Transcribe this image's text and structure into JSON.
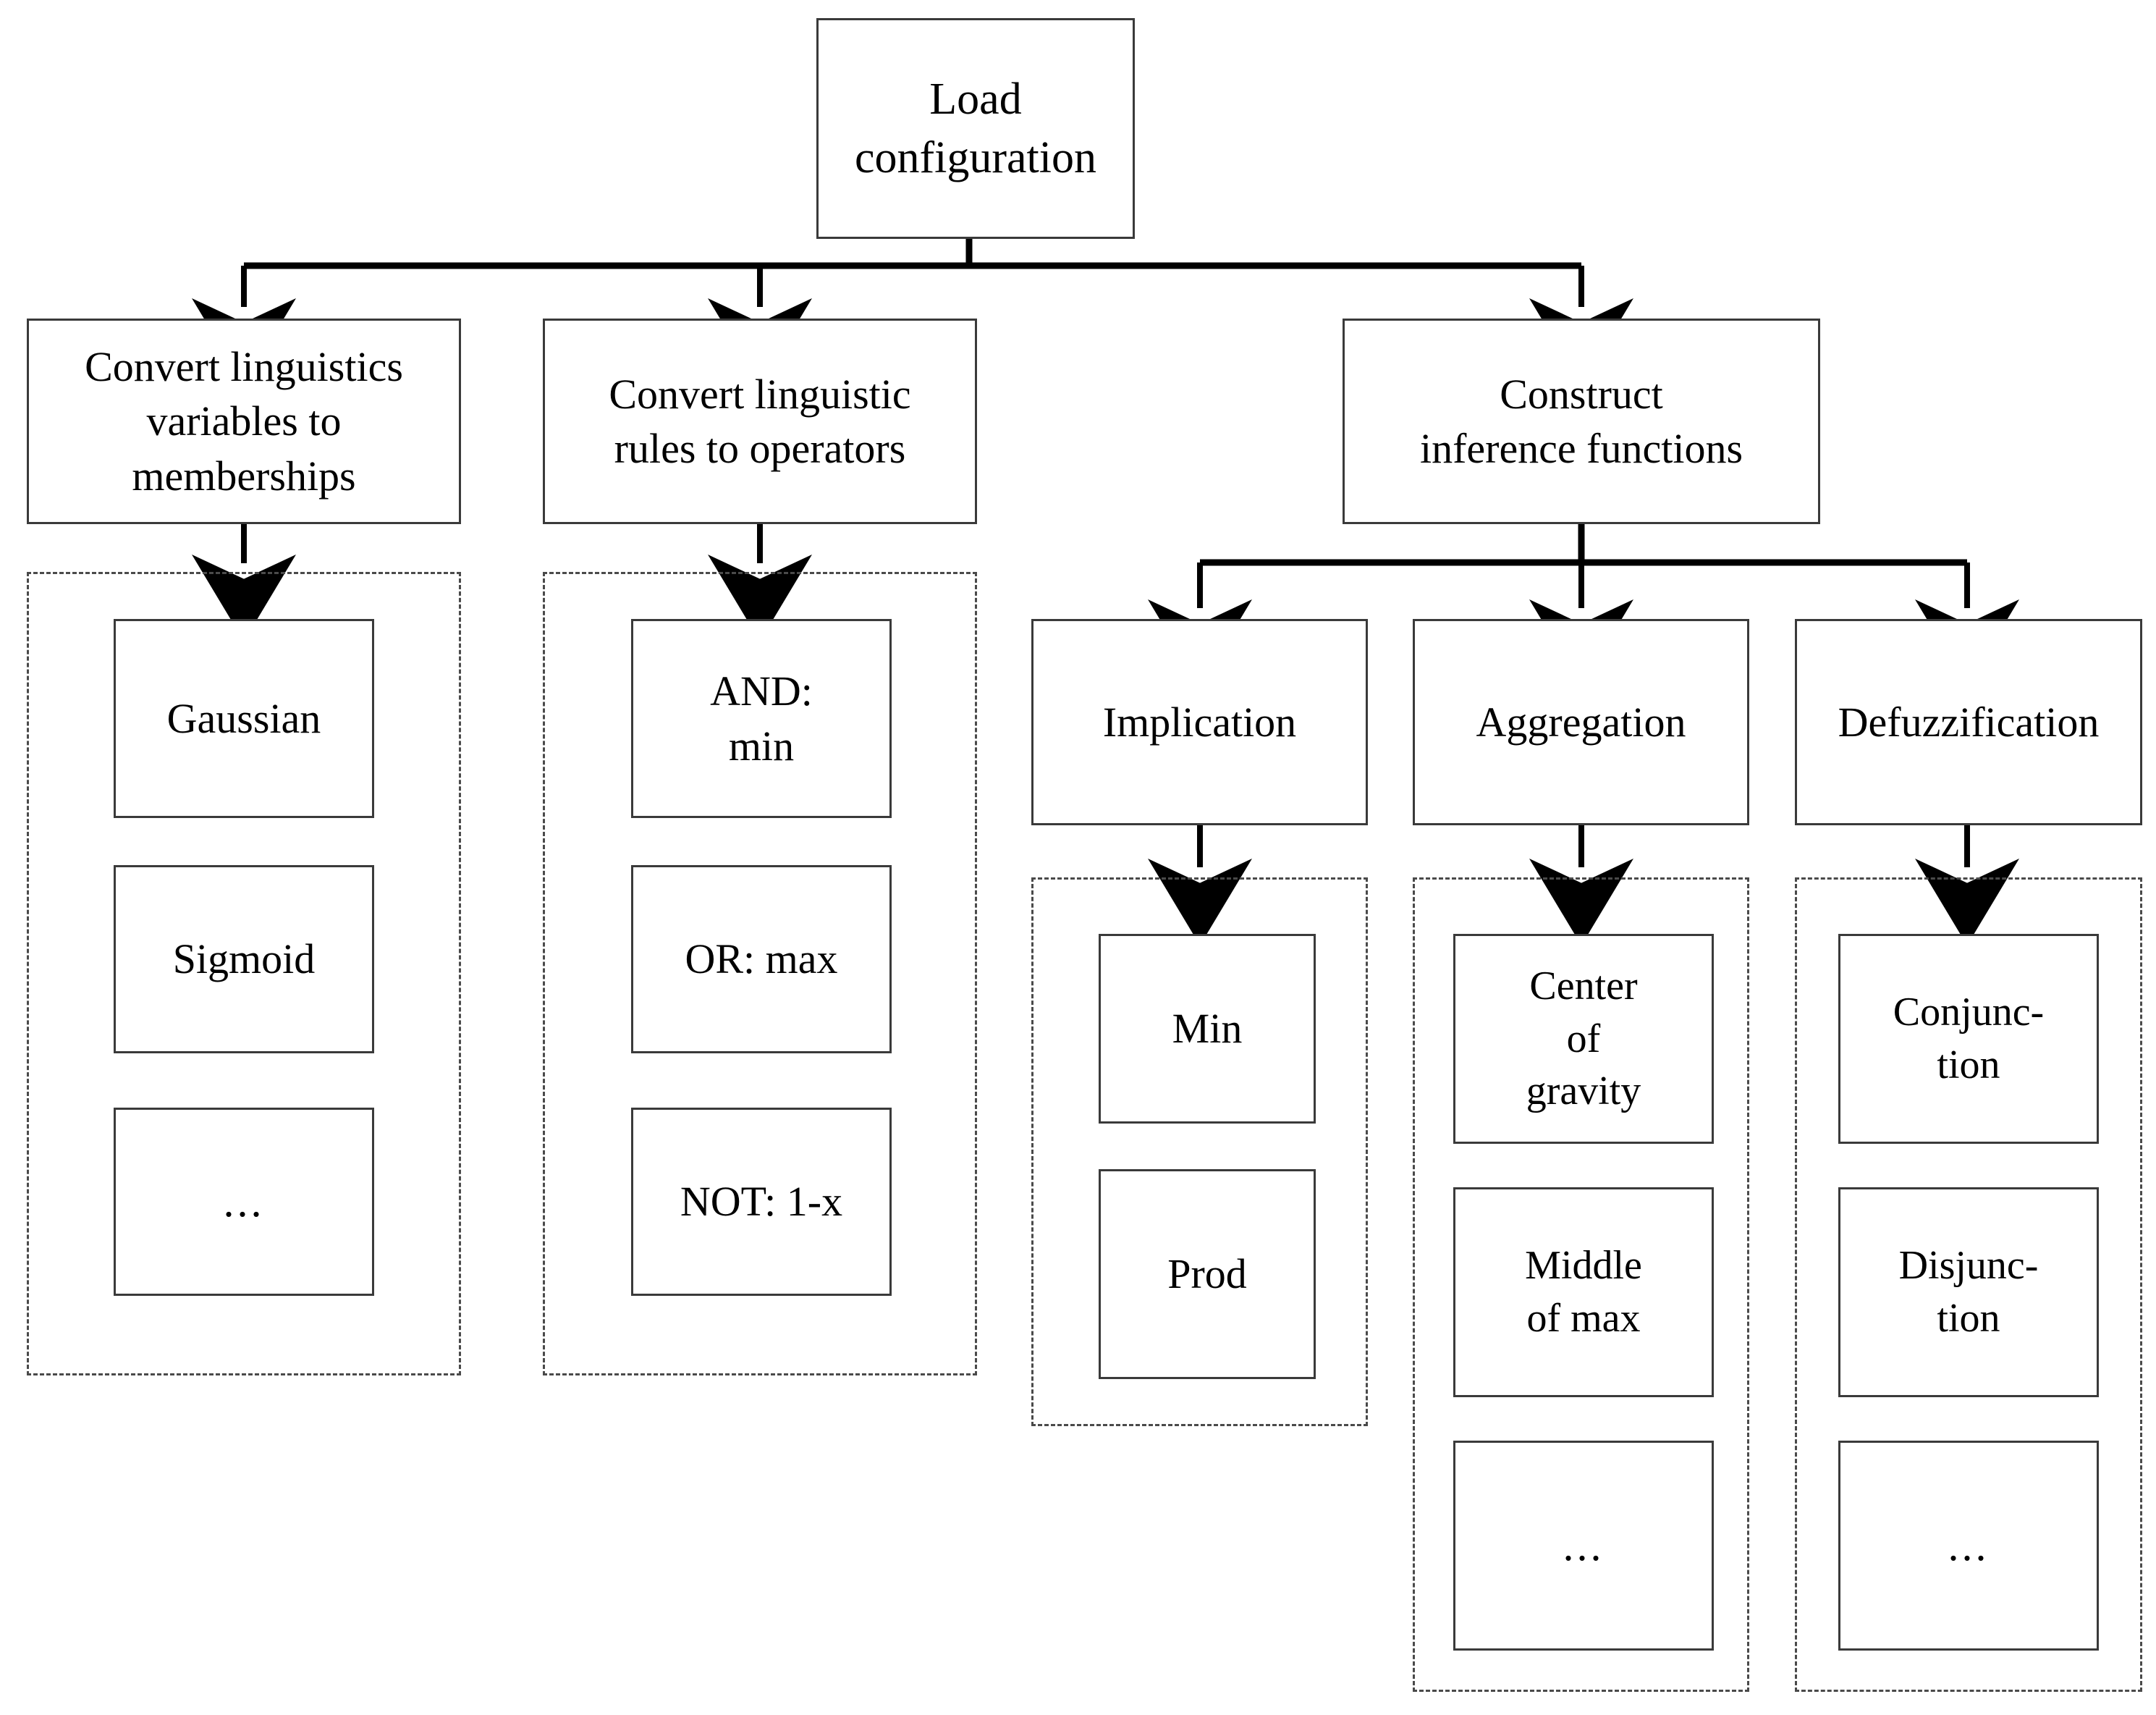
{
  "diagram": {
    "title": "Fuzzy inference system configuration flowchart",
    "type": "flowchart",
    "stroke_color": "#3a3a3a",
    "dashed_color": "#4a4a4a",
    "background": "#ffffff",
    "arrow_color": "#000000"
  },
  "root": {
    "label": "Load\nconfiguration"
  },
  "branches": [
    {
      "label": "Convert linguistics\nvariables to\nmemberships"
    },
    {
      "label": "Convert linguistic\nrules to operators"
    },
    {
      "label": "Construct\ninference functions"
    }
  ],
  "memberships_group": {
    "items": [
      {
        "label": "Gaussian"
      },
      {
        "label": "Sigmoid"
      },
      {
        "label": "..."
      }
    ]
  },
  "operators_group": {
    "items": [
      {
        "label": "AND:\nmin"
      },
      {
        "label": "OR: max"
      },
      {
        "label": "NOT: 1-x"
      }
    ]
  },
  "inference_children": [
    {
      "label": "Implication"
    },
    {
      "label": "Aggregation"
    },
    {
      "label": "Defuzzification"
    }
  ],
  "implication_group": {
    "items": [
      {
        "label": "Min"
      },
      {
        "label": "Prod"
      }
    ]
  },
  "aggregation_group": {
    "items": [
      {
        "label": "Center\nof\ngravity"
      },
      {
        "label": "Middle\nof max"
      },
      {
        "label": "..."
      }
    ]
  },
  "defuzzification_group": {
    "items": [
      {
        "label": "Conjunc-\ntion"
      },
      {
        "label": "Disjunc-\ntion"
      },
      {
        "label": "..."
      }
    ]
  }
}
